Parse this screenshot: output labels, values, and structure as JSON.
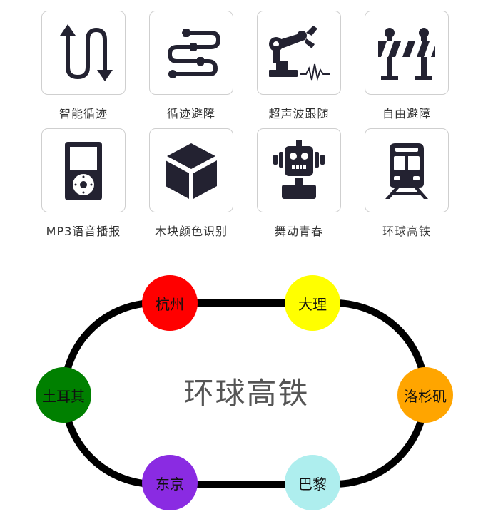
{
  "modes": [
    {
      "label": "智能循迹",
      "icon": "u-turn-arrows-icon"
    },
    {
      "label": "循迹避障",
      "icon": "winding-path-icon"
    },
    {
      "label": "超声波跟随",
      "icon": "robot-arm-icon"
    },
    {
      "label": "自由避障",
      "icon": "road-barrier-icon"
    },
    {
      "label": "MP3语音播报",
      "icon": "mp3-player-icon"
    },
    {
      "label": "木块颜色识别",
      "icon": "cube-icon"
    },
    {
      "label": "舞动青春",
      "icon": "robot-icon"
    },
    {
      "label": "环球高铁",
      "icon": "train-icon"
    }
  ],
  "track": {
    "title": "环球高铁",
    "stations": [
      {
        "name": "杭州",
        "color": "#ff0000"
      },
      {
        "name": "大理",
        "color": "#ffff00"
      },
      {
        "name": "土耳其",
        "color": "#008000"
      },
      {
        "name": "洛杉矶",
        "color": "#ffa500"
      },
      {
        "name": "东京",
        "color": "#8a2be2"
      },
      {
        "name": "巴黎",
        "color": "#aeeeee"
      }
    ]
  },
  "colors": {
    "icon": "#232231",
    "tile_border": "#cfcfcf",
    "track_line": "#000000"
  }
}
